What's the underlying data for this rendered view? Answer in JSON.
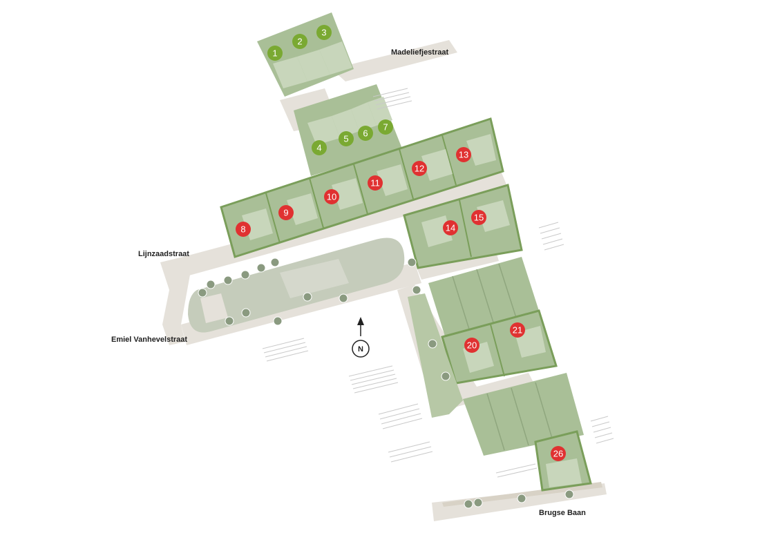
{
  "streets": {
    "madeliefjestraat": "Madeliefjestraat",
    "lijnzaadstraat": "Lijnzaadstraat",
    "emiel_vanhevelstraat": "Emiel Vanhevelstraat",
    "brugse_baan": "Brugse Baan"
  },
  "compass": {
    "label": "N"
  },
  "colors": {
    "available": "#7aa932",
    "sold": "#e03131",
    "lot_fill": "#a9bf97",
    "lot_light": "#c8d6bb",
    "road": "#e5e1da",
    "outline": "#7a9e5a",
    "park": "#c5ccbb"
  },
  "lots": {
    "l1": {
      "label": "1",
      "status": "available"
    },
    "l2": {
      "label": "2",
      "status": "available"
    },
    "l3": {
      "label": "3",
      "status": "available"
    },
    "l4": {
      "label": "4",
      "status": "available"
    },
    "l5": {
      "label": "5",
      "status": "available"
    },
    "l6": {
      "label": "6",
      "status": "available"
    },
    "l7": {
      "label": "7",
      "status": "available"
    },
    "l8": {
      "label": "8",
      "status": "sold"
    },
    "l9": {
      "label": "9",
      "status": "sold"
    },
    "l10": {
      "label": "10",
      "status": "sold"
    },
    "l11": {
      "label": "11",
      "status": "sold"
    },
    "l12": {
      "label": "12",
      "status": "sold"
    },
    "l13": {
      "label": "13",
      "status": "sold"
    },
    "l14": {
      "label": "14",
      "status": "sold"
    },
    "l15": {
      "label": "15",
      "status": "sold"
    },
    "l20": {
      "label": "20",
      "status": "sold"
    },
    "l21": {
      "label": "21",
      "status": "sold"
    },
    "l26": {
      "label": "26",
      "status": "sold"
    }
  }
}
